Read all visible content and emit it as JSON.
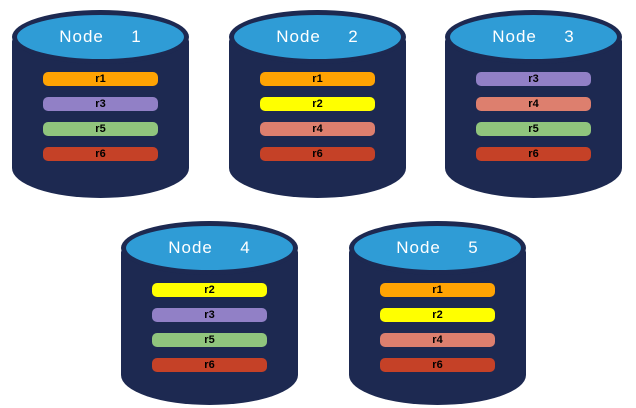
{
  "diagram": {
    "title": "database-nodes-partition-diagram",
    "cylinder_body_color": "#1D2951",
    "cylinder_top_color": "#2F9CD6",
    "node_label_color": "#FFFFFF",
    "bar_text_color": "#000000"
  },
  "partition_palette": {
    "r1": "#FFA303",
    "r2": "#FFFF00",
    "r3": "#9180C6",
    "r4": "#DD7F6E",
    "r5": "#90C57D",
    "r6": "#C54127"
  },
  "nodes": [
    {
      "label": "Node  1",
      "partitions": [
        {
          "label": "r1",
          "color": "#FFA303"
        },
        {
          "label": "r3",
          "color": "#9180C6"
        },
        {
          "label": "r5",
          "color": "#90C57D"
        },
        {
          "label": "r6",
          "color": "#C54127"
        }
      ]
    },
    {
      "label": "Node  2",
      "partitions": [
        {
          "label": "r1",
          "color": "#FFA303"
        },
        {
          "label": "r2",
          "color": "#FFFF00"
        },
        {
          "label": "r4",
          "color": "#DD7F6E"
        },
        {
          "label": "r6",
          "color": "#C54127"
        }
      ]
    },
    {
      "label": "Node  3",
      "partitions": [
        {
          "label": "r3",
          "color": "#9180C6"
        },
        {
          "label": "r4",
          "color": "#DD7F6E"
        },
        {
          "label": "r5",
          "color": "#90C57D"
        },
        {
          "label": "r6",
          "color": "#C54127"
        }
      ]
    },
    {
      "label": "Node  4",
      "partitions": [
        {
          "label": "r2",
          "color": "#FFFF00"
        },
        {
          "label": "r3",
          "color": "#9180C6"
        },
        {
          "label": "r5",
          "color": "#90C57D"
        },
        {
          "label": "r6",
          "color": "#C54127"
        }
      ]
    },
    {
      "label": "Node  5",
      "partitions": [
        {
          "label": "r1",
          "color": "#FFA303"
        },
        {
          "label": "r2",
          "color": "#FFFF00"
        },
        {
          "label": "r4",
          "color": "#DD7F6E"
        },
        {
          "label": "r6",
          "color": "#C54127"
        }
      ]
    }
  ]
}
